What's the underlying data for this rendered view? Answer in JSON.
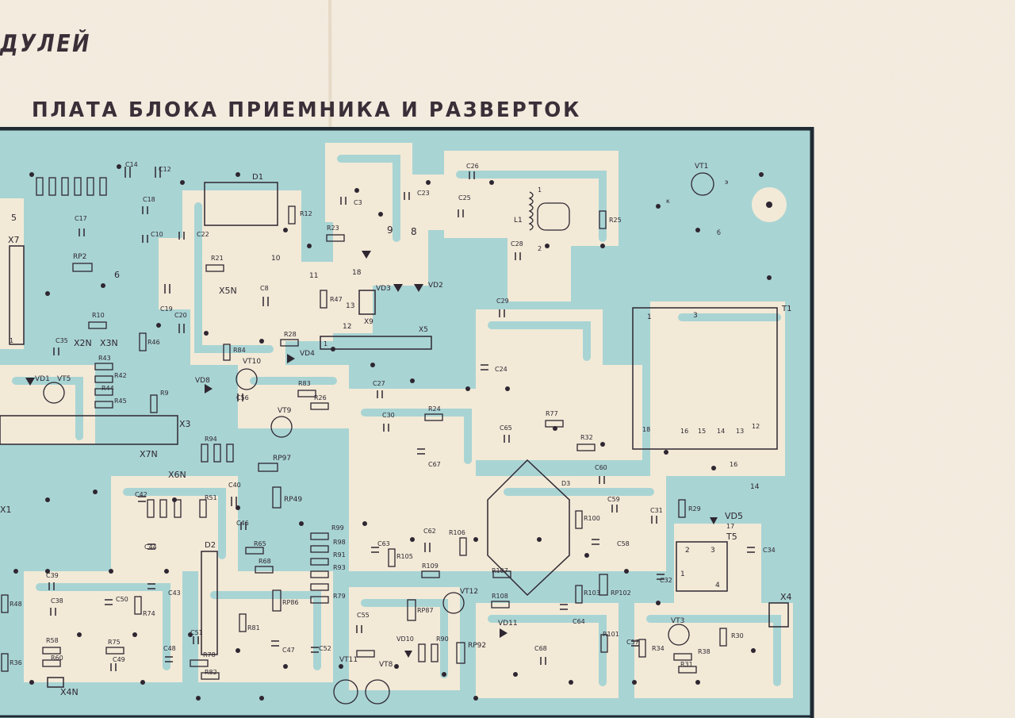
{
  "page": {
    "fragment_title": "ДУЛЕЙ",
    "board_title": "ПЛАТА БЛОКА ПРИЕМНИКА И РАЗВЕРТОК"
  },
  "colors": {
    "paper": "#f4ede0",
    "board": "#a9d4d4",
    "copper": "#f2ead7",
    "ink": "#2e2630",
    "frame": "#1f2a33"
  },
  "labels": {
    "chips": {
      "d1": "D1",
      "d2": "D2",
      "d3": "D3"
    },
    "transformers": {
      "t1": "T1",
      "t5": "T5"
    },
    "transistors": {
      "vt1": "VT1",
      "vt3": "VT3",
      "vt5": "VT5",
      "vt8": "VT8",
      "vt9": "VT9",
      "vt10": "VT10",
      "vt11": "VT11",
      "vt12": "VT12"
    },
    "connectors": {
      "x1": "X1",
      "x3": "X3",
      "x4": "X4",
      "x4n": "X4N",
      "x5": "X5",
      "x5n": "X5N",
      "x6n": "X6N",
      "x7": "X7",
      "x7n": "X7N",
      "x9": "X9",
      "x2n": "X2N",
      "x3n": "X3N"
    },
    "diodes": {
      "vd1": "VD1",
      "vd2": "VD2",
      "vd3": "VD3",
      "vd4": "VD4",
      "vd5": "VD5",
      "vd8": "VD8",
      "vd10": "VD10",
      "vd11": "VD11"
    },
    "inductors": {
      "l1": "L1"
    },
    "pots": {
      "rp2": "RP2",
      "rp49": "RP49",
      "rp86": "RP86",
      "rp87": "RP87",
      "rp92": "RP92",
      "rp97": "RP97",
      "rp102": "RP102"
    },
    "resistors": {
      "r9": "R9",
      "r10": "R10",
      "r12": "R12",
      "r21": "R21",
      "r23": "R23",
      "r24": "R24",
      "r25": "R25",
      "r26": "R26",
      "r28": "R28",
      "r29": "R29",
      "r30": "R30",
      "r31": "R31",
      "r32": "R32",
      "r34": "R34",
      "r36": "R36",
      "r38": "R38",
      "r42": "R42",
      "r43": "R43",
      "r44": "R44",
      "r45": "R45",
      "r46": "R46",
      "r47": "R47",
      "r48": "R48",
      "r51": "R51",
      "r58": "R58",
      "r60": "R60",
      "r65": "R65",
      "r68": "R68",
      "r74": "R74",
      "r75": "R75",
      "r77": "R77",
      "r78": "R78",
      "r79": "R79",
      "r81": "R81",
      "r82": "R82",
      "r83": "R83",
      "r84": "R84",
      "r90": "R90",
      "r91": "R91",
      "r93": "R93",
      "r94": "R94",
      "r98": "R98",
      "r99": "R99",
      "r100": "R100",
      "r101": "R101",
      "r103": "R103",
      "r105": "R105",
      "r106": "R106",
      "r107": "R107",
      "r108": "R108",
      "r109": "R109"
    },
    "capacitors": {
      "c3": "C3",
      "c8": "C8",
      "c10": "C10",
      "c12": "C12",
      "c14": "C14",
      "c17": "C17",
      "c18": "C18",
      "c19": "C19",
      "c20": "C20",
      "c22": "C22",
      "c23": "C23",
      "c24": "C24",
      "c25": "C25",
      "c26": "C26",
      "c27": "C27",
      "c28": "C28",
      "c29": "C29",
      "c30": "C30",
      "c31": "C31",
      "c32": "C32",
      "c34": "C34",
      "c35": "C35",
      "c38": "C38",
      "c39": "C39",
      "c40": "C40",
      "c42": "C42",
      "c43": "C43",
      "c44": "C44",
      "c46": "C46",
      "c47": "C47",
      "c48": "C48",
      "c49": "C49",
      "c50": "C50",
      "c51": "C51",
      "c52": "C52",
      "c55": "C55",
      "c56": "C56",
      "c57": "C57",
      "c58": "C58",
      "c59": "C59",
      "c60": "C60",
      "c62": "C62",
      "c63": "C63",
      "c64": "C64",
      "c65": "C65",
      "c67": "C67",
      "c68": "C68"
    },
    "pins": {
      "p1": "1",
      "p2": "2",
      "p3": "3",
      "p4": "4",
      "p5": "5",
      "p6": "6",
      "p8": "8",
      "p9": "9",
      "p10": "10",
      "p11": "11",
      "p12": "12",
      "p13": "13",
      "p14": "14",
      "p15": "15",
      "p16": "16",
      "p17": "17",
      "p18": "18",
      "k": "к",
      "b": "б",
      "e": "э"
    }
  }
}
